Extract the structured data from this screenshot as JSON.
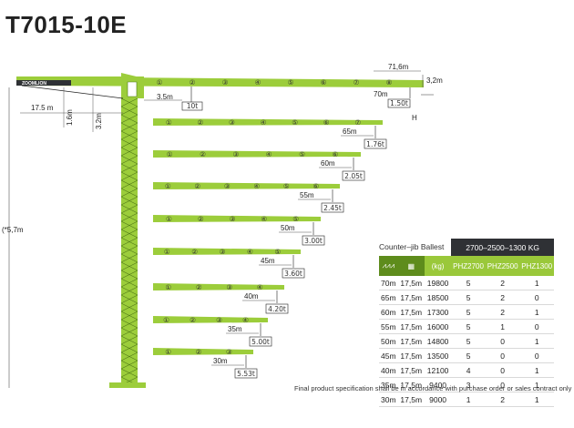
{
  "title": "T7015-10E",
  "crane": {
    "brand_label": "ZOOMLION",
    "tower_height": "(*5,7m",
    "counterjib_length": "17.5 m",
    "dim_1_6": "1.6m",
    "dim_3_2": "3.2m",
    "top_dim_71_6": "71,6m",
    "top_dim_3_2": "3,2m",
    "h_label": "H",
    "min_radius": "3.5m",
    "min_load": "10t"
  },
  "jibs": [
    {
      "length": "70m",
      "tip_load": "1.50t",
      "sections": [
        "①",
        "②",
        "③",
        "④",
        "⑤",
        "⑥",
        "⑦",
        "⑧"
      ]
    },
    {
      "length": "65m",
      "tip_load": "1.76t",
      "sections": [
        "①",
        "②",
        "③",
        "④",
        "⑤",
        "⑥",
        "⑦"
      ]
    },
    {
      "length": "60m",
      "tip_load": "2.05t",
      "sections": [
        "①",
        "②",
        "③",
        "④",
        "⑤",
        "⑥"
      ]
    },
    {
      "length": "55m",
      "tip_load": "2.45t",
      "sections": [
        "①",
        "②",
        "③",
        "④",
        "⑤",
        "⑥"
      ]
    },
    {
      "length": "50m",
      "tip_load": "3.00t",
      "sections": [
        "①",
        "②",
        "③",
        "④",
        "⑤"
      ]
    },
    {
      "length": "45m",
      "tip_load": "3.60t",
      "sections": [
        "①",
        "②",
        "③",
        "④",
        "⑤"
      ]
    },
    {
      "length": "40m",
      "tip_load": "4.20t",
      "sections": [
        "①",
        "②",
        "③",
        "④"
      ]
    },
    {
      "length": "35m",
      "tip_load": "5.00t",
      "sections": [
        "①",
        "②",
        "③",
        "④"
      ]
    },
    {
      "length": "30m",
      "tip_load": "5.53t",
      "sections": [
        "①",
        "②",
        "③"
      ]
    }
  ],
  "table": {
    "header_left": "Counter–jib Ballest",
    "header_right": "2700–2500–1300 KG",
    "col_kg": "(kg)",
    "col_phz": [
      "PHZ2700",
      "PHZ2500",
      "PHZ1300"
    ],
    "rows": [
      [
        "70m",
        "17,5m",
        "19800",
        "5",
        "2",
        "1"
      ],
      [
        "65m",
        "17,5m",
        "18500",
        "5",
        "2",
        "0"
      ],
      [
        "60m",
        "17,5m",
        "17300",
        "5",
        "2",
        "1"
      ],
      [
        "55m",
        "17,5m",
        "16000",
        "5",
        "1",
        "0"
      ],
      [
        "50m",
        "17,5m",
        "14800",
        "5",
        "0",
        "1"
      ],
      [
        "45m",
        "17,5m",
        "13500",
        "5",
        "0",
        "0"
      ],
      [
        "40m",
        "17,5m",
        "12100",
        "4",
        "0",
        "1"
      ],
      [
        "35m",
        "17,5m",
        "9400",
        "3",
        "0",
        "1"
      ],
      [
        "30m",
        "17,5m",
        "9000",
        "1",
        "2",
        "1"
      ]
    ]
  },
  "note": "Final product specification shall be in accordance with purchase order or sales contract only",
  "colors": {
    "green": "#9ccd3b",
    "dark_green": "#5e8c1c",
    "dark": "#2f3135"
  }
}
